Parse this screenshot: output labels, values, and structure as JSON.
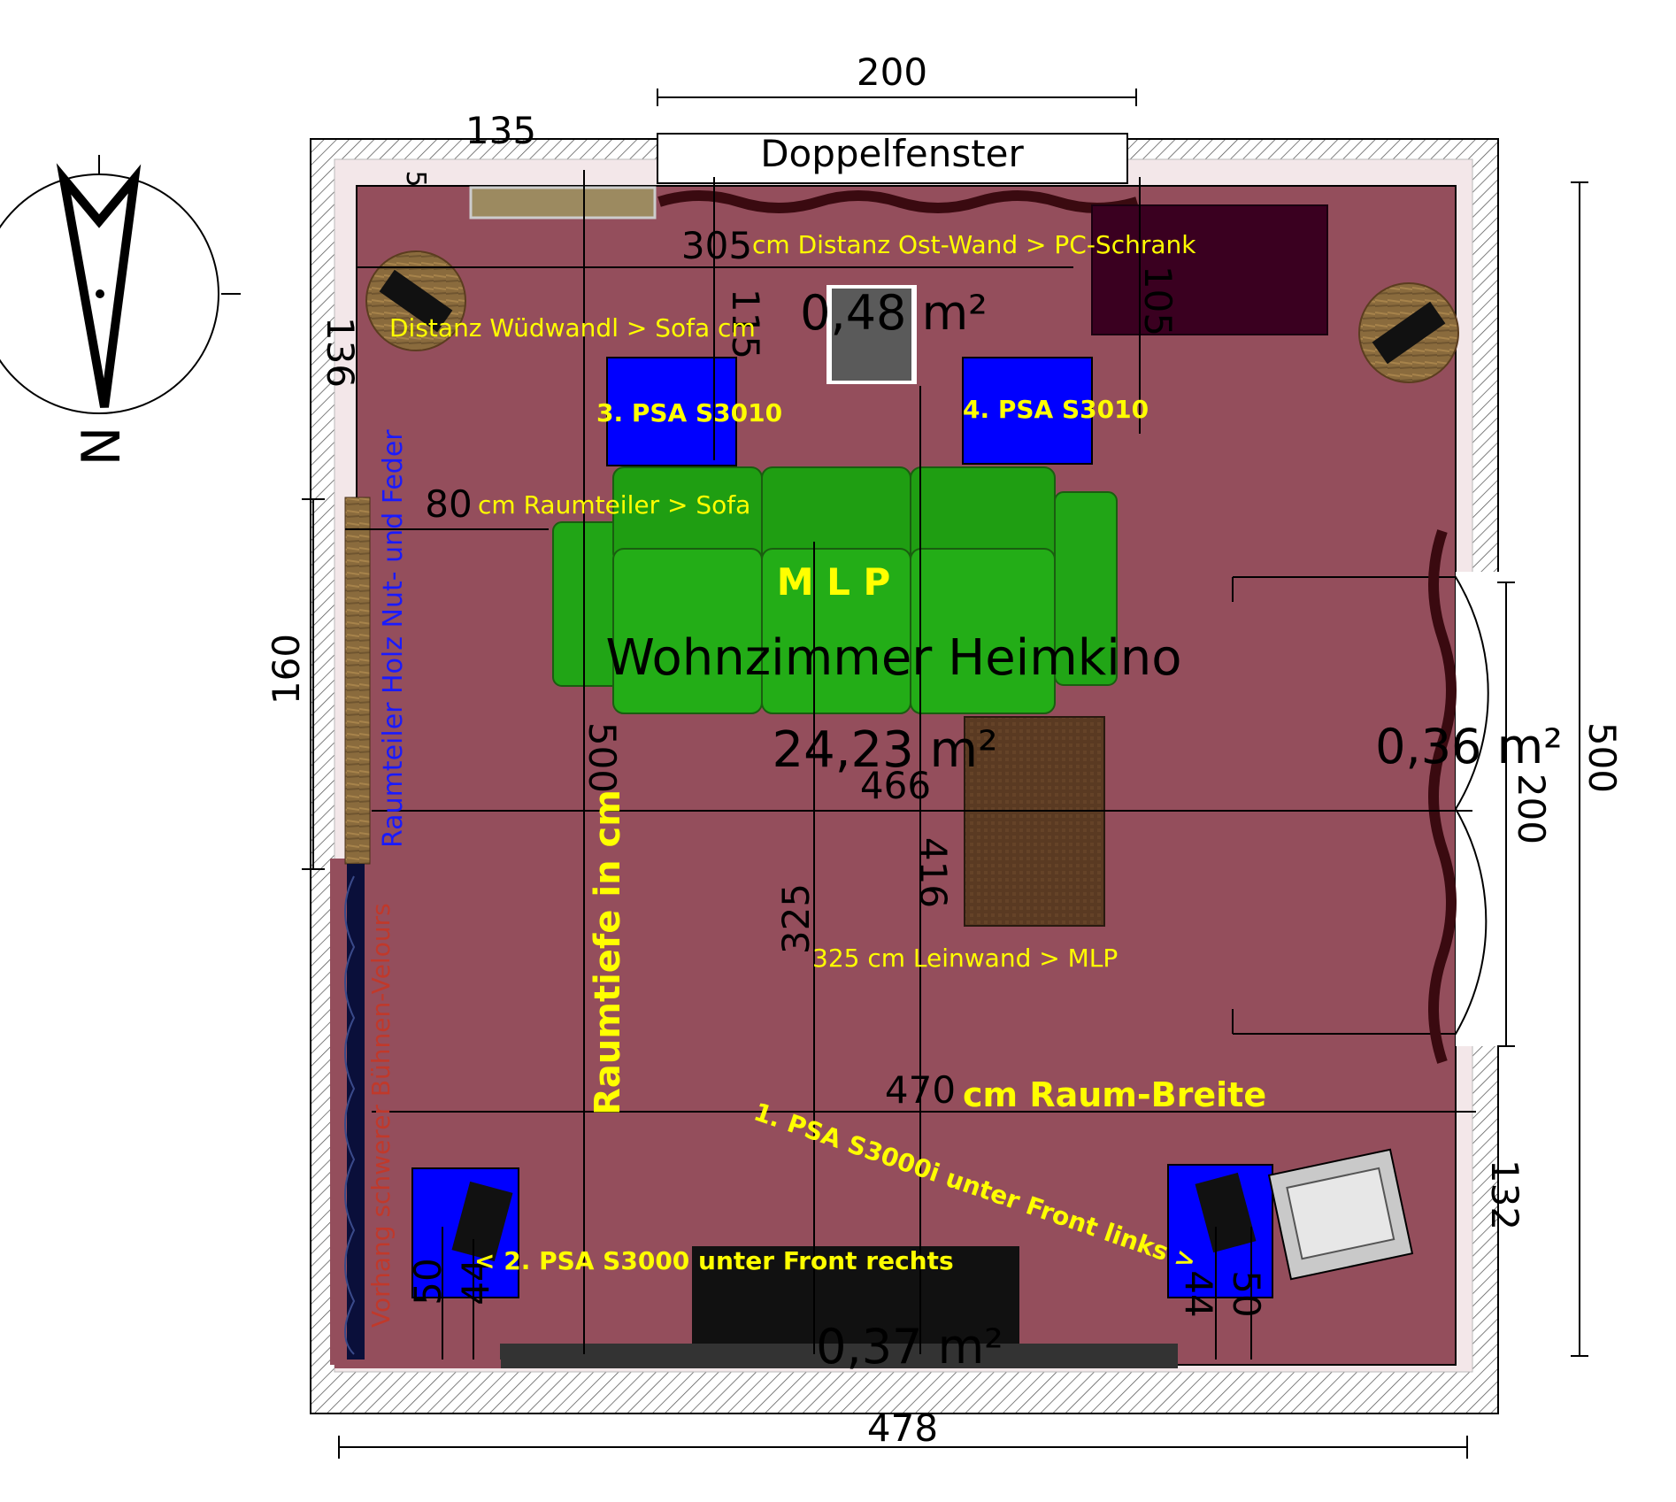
{
  "colors": {
    "floor": "#944e5c",
    "speaker_blue": "#0000ff",
    "sofa_green": "#1f9e12",
    "label_yellow": "#ffff00",
    "dark_purple": "#3a0020"
  },
  "icons": {
    "compass": "compass-north-icon",
    "doors": "door-swing-icon"
  },
  "compass": {
    "north": "N"
  },
  "title": {
    "room": "Wohnzimmer Heimkino",
    "area": "24,23 m²",
    "mlp": "M L P"
  },
  "areas": {
    "window_alcove": "0,48 m²",
    "door": "0,36 m²",
    "screen": "0,37 m²"
  },
  "window": {
    "label": "Doppelfenster",
    "width": "200"
  },
  "dimensions": {
    "top_left": "135",
    "small_5": "5",
    "d305": "305",
    "d136": "136",
    "d115": "115",
    "d105": "105",
    "d80": "80",
    "d160": "160",
    "d500_inner": "500",
    "d466": "466",
    "d416": "416",
    "d325": "325",
    "d470": "470",
    "d478": "478",
    "d500_outer": "500",
    "d200_door": "200",
    "d132": "132",
    "d50_left": "50",
    "d44_left": "44",
    "d44_right": "44",
    "d50_right": "50"
  },
  "labels": {
    "pc_dist": "cm Distanz Ost-Wand > PC-Schrank",
    "wall_sofa": "Distanz Wüdwandl > Sofa cm",
    "sp3": "3.  PSA S3010",
    "sp4": "4.  PSA S3010",
    "divider_sofa": "cm Raumteiler > Sofa",
    "divider": "Raumteiler Holz Nut- und Feder",
    "curtain": "Vorhang schwerer Bühnen-Velours",
    "depth": "Raumtiefe in cm",
    "screen_mlp": "325 cm Leinwand > MLP",
    "width": "cm Raum-Breite",
    "sp1": "1. PSA S3000i unter  Front links >",
    "sp2": "< 2. PSA  S3000 unter Front rechts"
  }
}
